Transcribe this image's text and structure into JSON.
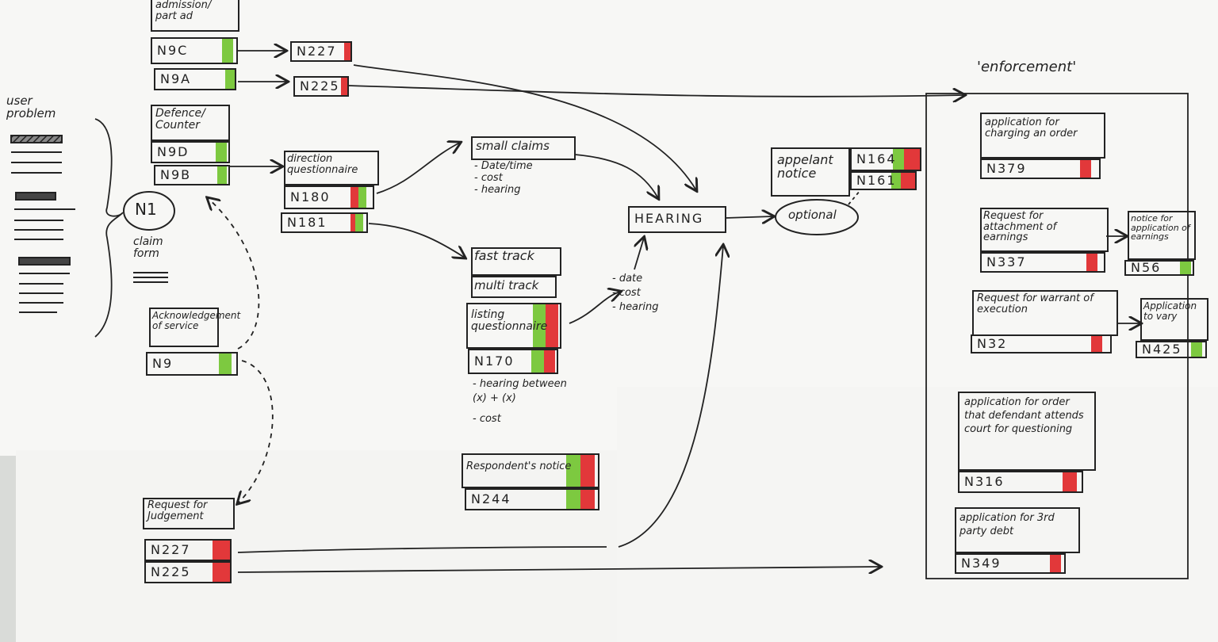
{
  "top_forms": {
    "admission": "admission/ part ad",
    "n9c": "N9C",
    "n9a": "N9A",
    "defence": "Defence/ Counter",
    "n9d": "N9D",
    "n9b": "N9B",
    "ack": "Acknowledgement of service",
    "n9": "N9"
  },
  "left": {
    "user_problem": "user problem",
    "n1": "N1",
    "claim_form": "claim form"
  },
  "middle": {
    "n227_top": "N227",
    "n225_top": "N225",
    "direction_q": "direction questionnaire",
    "n180": "N180",
    "n181": "N181",
    "small_claims": "small claims",
    "small_claims_notes": [
      "- Date/time",
      "- cost",
      "- hearing"
    ],
    "fast_track": "fast track",
    "multi_track": "multi track",
    "listing_q": "listing questionnaire",
    "n170": "N170",
    "listing_notes": [
      "- hearing between",
      "(x) + (x)",
      "- cost"
    ],
    "hearing_notes": [
      "- date",
      "- cost",
      "- hearing"
    ],
    "hearing": "HEARING",
    "optional": "optional",
    "appellant_notice": "appelant notice",
    "n164": "N164",
    "n161": "N161",
    "respondent_notice": "Respondent's notice",
    "n244": "N244",
    "request_judgement": "Request for Judgement",
    "n227_bottom": "N227",
    "n225_bottom": "N225"
  },
  "enforcement": {
    "title": "'enforcement'",
    "charging_order": "application for charging an order",
    "n379": "N379",
    "attachment": "Request for attachment of earnings",
    "n337": "N337",
    "notice_attach": "notice for application of earnings",
    "n56": "N56",
    "warrant": "Request for warrant of execution",
    "n32": "N32",
    "application_vary": "Application to vary",
    "n425": "N425",
    "order_attend": "application for order that defendant attends court for questioning",
    "n316": "N316",
    "third_party": "application for 3rd party debt",
    "n349": "N349"
  },
  "colors": {
    "green": "#7dc940",
    "red": "#e2383a",
    "ink": "#222222",
    "paper": "#f7f7f5"
  }
}
